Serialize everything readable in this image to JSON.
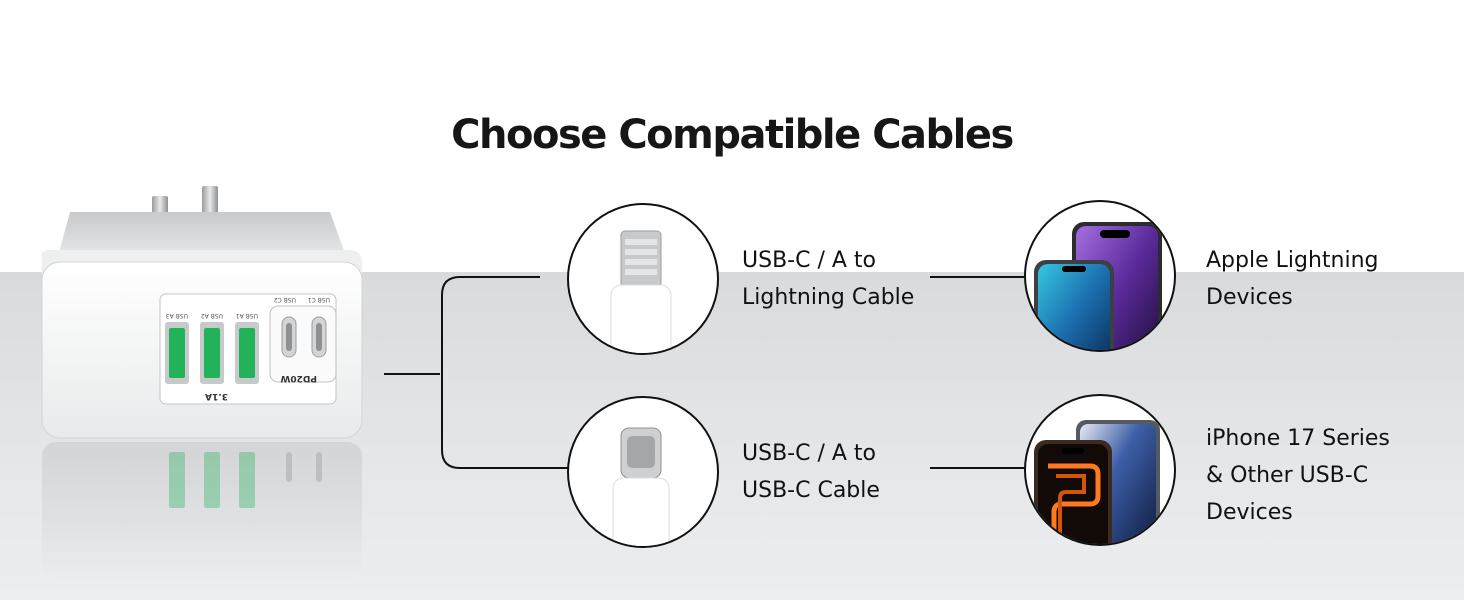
{
  "title": "Choose Compatible Cables",
  "charger": {
    "port_labels": [
      "USB A3",
      "USB A2",
      "USB A1",
      "USB C2",
      "USB C1"
    ],
    "usb_a_rating": "3.1A",
    "usb_c_rating": "PD20W"
  },
  "cables": [
    {
      "label_lines": [
        "USB-C / A to",
        "Lightning Cable"
      ],
      "icon": "lightning-connector-icon"
    },
    {
      "label_lines": [
        "USB-C / A to",
        "USB-C Cable"
      ],
      "icon": "usb-c-connector-icon"
    }
  ],
  "devices": [
    {
      "label_lines": [
        "Apple Lightning",
        "Devices"
      ],
      "icon": "iphone-pair-icon"
    },
    {
      "label_lines": [
        "iPhone 17 Series",
        "& Other USB-C",
        "Devices"
      ],
      "icon": "usb-c-phone-pair-icon"
    }
  ],
  "colors": {
    "usb_a_port": "#22b25a",
    "text": "#111111",
    "charger_body": "#f4f5f6"
  }
}
